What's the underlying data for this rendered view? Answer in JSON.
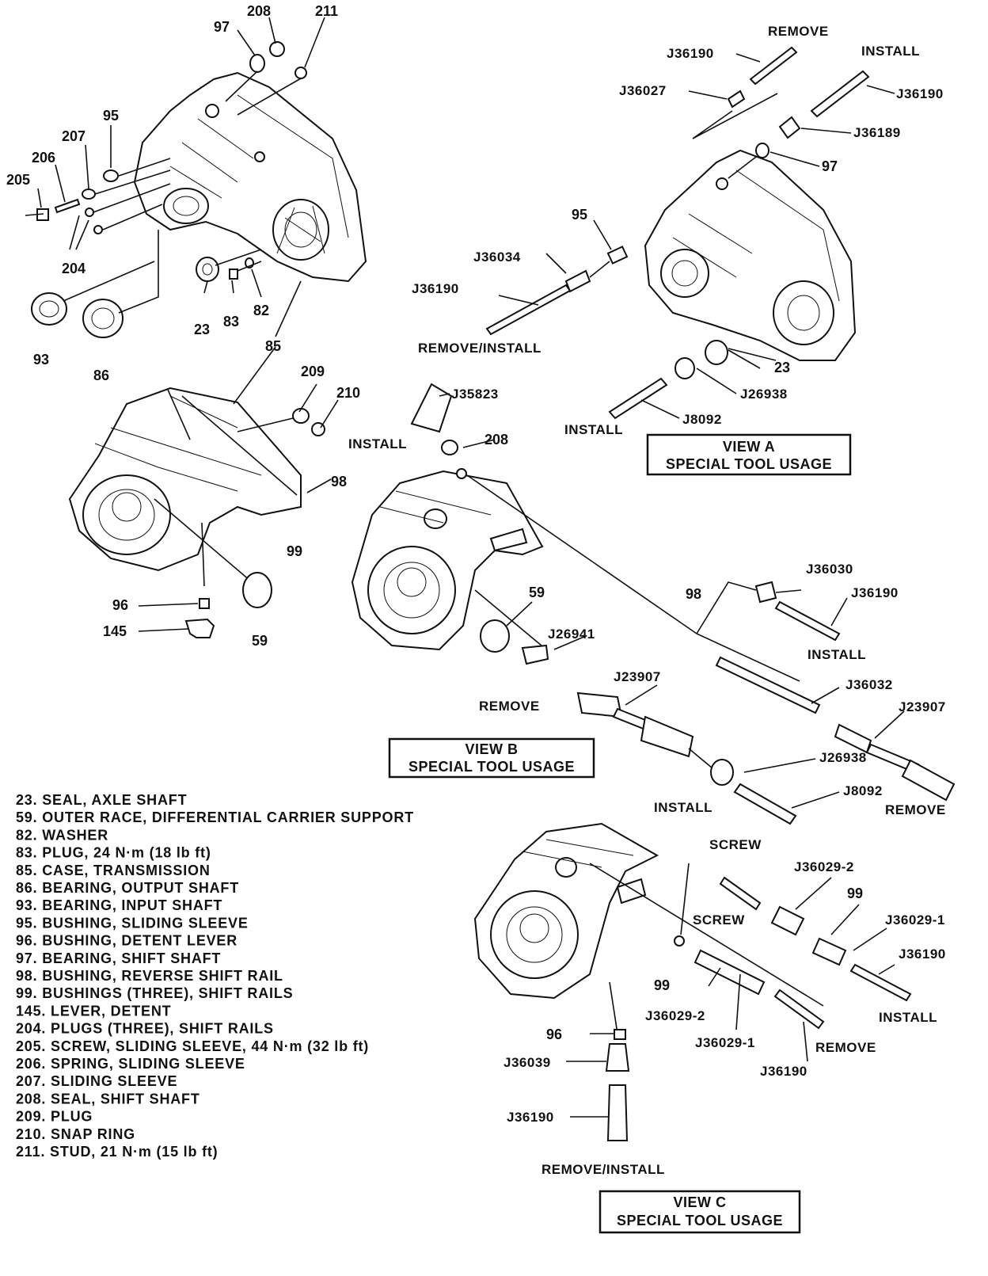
{
  "callouts": {
    "c97a": "97",
    "c208a": "208",
    "c211": "211",
    "c95a": "95",
    "c207": "207",
    "c206": "206",
    "c205": "205",
    "c204": "204",
    "c93": "93",
    "c86": "86",
    "c23a": "23",
    "c83": "83",
    "c82": "82",
    "c85": "85",
    "c97b": "97",
    "c95b": "95",
    "c23b": "23",
    "c209": "209",
    "c210": "210",
    "c98a": "98",
    "c99a": "99",
    "c96a": "96",
    "c145": "145",
    "c59a": "59",
    "c208b": "208",
    "c59b": "59",
    "c98b": "98",
    "c99b": "99",
    "c99c": "99",
    "c96b": "96"
  },
  "tools": {
    "j36190_a1": "J36190",
    "j36027": "J36027",
    "j36190_a2": "J36190",
    "j36189": "J36189",
    "j36034": "J36034",
    "j36190_a3": "J36190",
    "j26938_a": "J26938",
    "j8092_a": "J8092",
    "j35823": "J35823",
    "j36030": "J36030",
    "j36190_b1": "J36190",
    "j26941": "J26941",
    "j23907_b1": "J23907",
    "j36032": "J36032",
    "j23907_b2": "J23907",
    "j26938_b": "J26938",
    "j8092_b": "J8092",
    "j36029_2a": "J36029-2",
    "j36029_1a": "J36029-1",
    "j36190_c1": "J36190",
    "j36029_2b": "J36029-2",
    "j36029_1b": "J36029-1",
    "j36190_c2": "J36190",
    "j36039": "J36039",
    "j36190_c3": "J36190"
  },
  "actions": {
    "remove_a": "REMOVE",
    "install_a1": "INSTALL",
    "remove_install_a": "REMOVE/INSTALL",
    "install_a2": "INSTALL",
    "install_b1": "INSTALL",
    "install_b2": "INSTALL",
    "remove_b1": "REMOVE",
    "install_b3": "INSTALL",
    "remove_b2": "REMOVE",
    "screw1": "SCREW",
    "screw2": "SCREW",
    "install_c": "INSTALL",
    "remove_c": "REMOVE",
    "remove_install_c": "REMOVE/INSTALL"
  },
  "views": {
    "a": {
      "line1": "VIEW A",
      "line2": "SPECIAL TOOL USAGE"
    },
    "b": {
      "line1": "VIEW B",
      "line2": "SPECIAL TOOL USAGE"
    },
    "c": {
      "line1": "VIEW C",
      "line2": "SPECIAL TOOL USAGE"
    }
  },
  "legend": [
    "23. SEAL, AXLE SHAFT",
    "59. OUTER RACE, DIFFERENTIAL CARRIER SUPPORT",
    "82. WASHER",
    "83. PLUG, 24 N·m (18 lb ft)",
    "85. CASE, TRANSMISSION",
    "86. BEARING, OUTPUT SHAFT",
    "93. BEARING, INPUT SHAFT",
    "95. BUSHING, SLIDING SLEEVE",
    "96. BUSHING, DETENT LEVER",
    "97. BEARING, SHIFT SHAFT",
    "98. BUSHING, REVERSE SHIFT RAIL",
    "99. BUSHINGS (THREE), SHIFT RAILS",
    "145. LEVER, DETENT",
    "204. PLUGS (THREE), SHIFT RAILS",
    "205. SCREW, SLIDING SLEEVE, 44 N·m (32 lb ft)",
    "206. SPRING, SLIDING SLEEVE",
    "207. SLIDING SLEEVE",
    "208. SEAL, SHIFT SHAFT",
    "209. PLUG",
    "210. SNAP RING",
    "211. STUD, 21 N·m (15 lb ft)"
  ]
}
